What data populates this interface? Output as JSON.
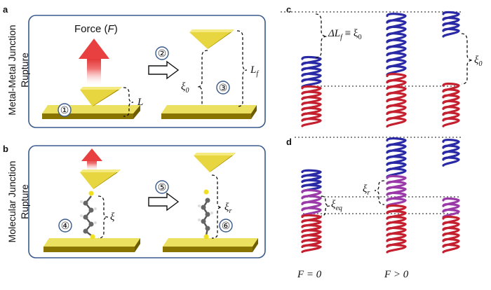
{
  "panels": {
    "a": {
      "label": "a",
      "side_label_line1": "Metal-Metal Junction",
      "side_label_line2": "Rupture"
    },
    "b": {
      "label": "b",
      "side_label_line1": "Molecular Junction",
      "side_label_line2": "Rupture"
    },
    "c": {
      "label": "c"
    },
    "d": {
      "label": "d"
    }
  },
  "annotations": {
    "force_text": "Force (",
    "force_var": "F",
    "force_close": ")",
    "L": "L",
    "L_f": "L",
    "L_f_sub": "f",
    "xi0": "ξ",
    "xi0_sub": "0",
    "xi": "ξ",
    "xi_r": "ξ",
    "xi_r_sub": "r",
    "delta_Lf": "ΔL",
    "delta_Lf_sub": "f",
    "equiv": " ≡ ξ",
    "equiv_sub": "0",
    "xi_eq": "ξ",
    "xi_eq_sub": "eq",
    "F_eq_0": "F = 0",
    "F_gt_0": "F > 0"
  },
  "steps": [
    "①",
    "②",
    "③",
    "④",
    "⑤",
    "⑥"
  ],
  "colors": {
    "gold": "#d4b800",
    "gold_dark": "#8a7400",
    "spring_blue": "#2a2aa6",
    "spring_red": "#c42030",
    "spring_purple": "#9a3aa8",
    "box_border": "#3a5a8c",
    "arrow_red": "#e84040"
  }
}
